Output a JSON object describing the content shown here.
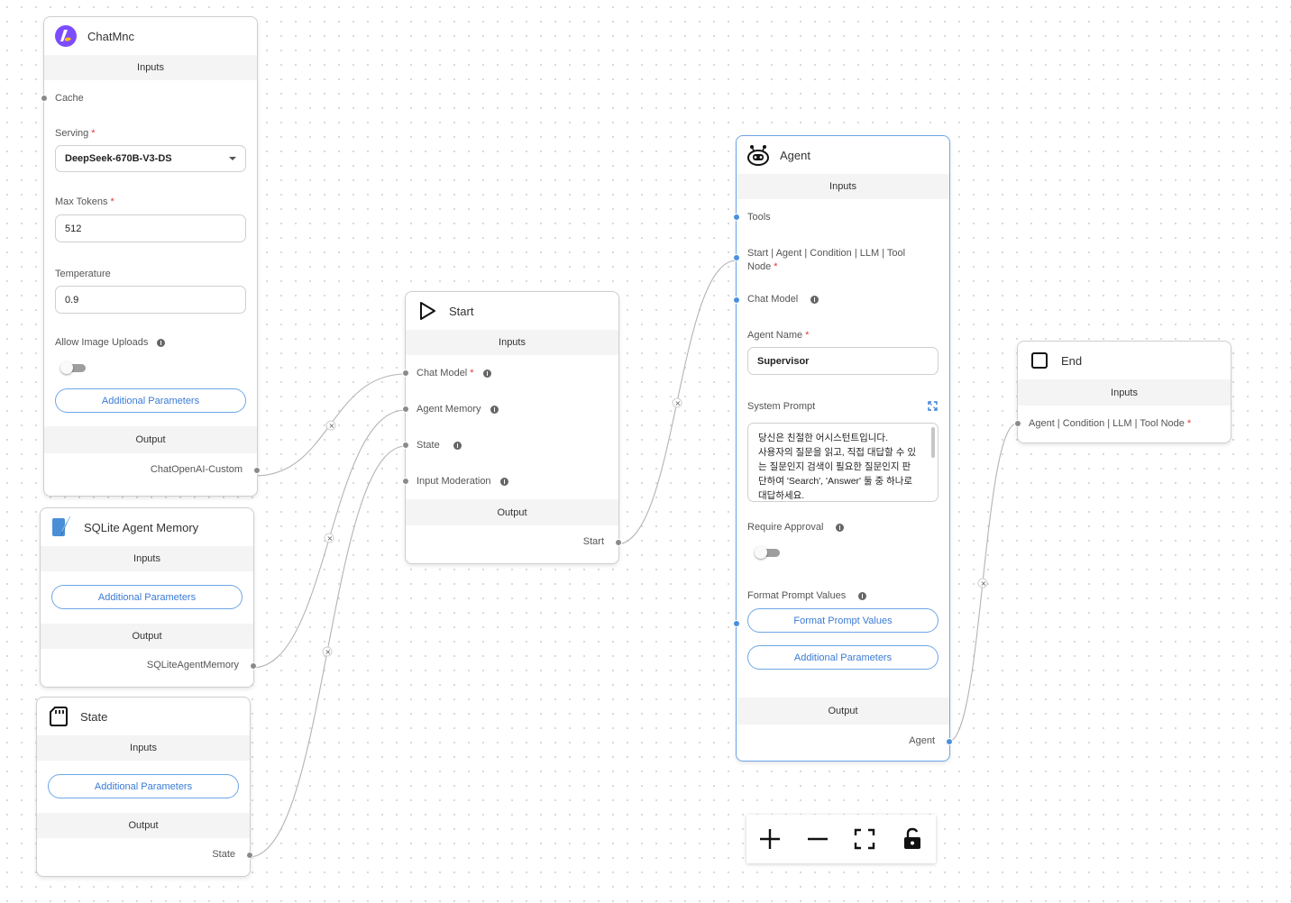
{
  "nodes": {
    "chatmnc": {
      "title": "ChatMnc",
      "inputs_label": "Inputs",
      "cache_label": "Cache",
      "serving_label": "Serving",
      "serving_value": "DeepSeek-670B-V3-DS",
      "max_tokens_label": "Max Tokens",
      "max_tokens_value": "512",
      "temperature_label": "Temperature",
      "temperature_value": "0.9",
      "allow_image_uploads_label": "Allow Image Uploads",
      "additional_params_label": "Additional Parameters",
      "output_label": "Output",
      "output_handle_label": "ChatOpenAI-Custom"
    },
    "sqlite_memory": {
      "title": "SQLite Agent Memory",
      "inputs_label": "Inputs",
      "additional_params_label": "Additional Parameters",
      "output_label": "Output",
      "output_handle_label": "SQLiteAgentMemory"
    },
    "state": {
      "title": "State",
      "inputs_label": "Inputs",
      "additional_params_label": "Additional Parameters",
      "output_label": "Output",
      "output_handle_label": "State"
    },
    "start": {
      "title": "Start",
      "inputs_label": "Inputs",
      "chat_model_label": "Chat Model",
      "agent_memory_label": "Agent Memory",
      "state_label": "State",
      "input_moderation_label": "Input Moderation",
      "output_label": "Output",
      "output_handle_label": "Start"
    },
    "agent": {
      "title": "Agent",
      "inputs_label": "Inputs",
      "tools_label": "Tools",
      "source_label_line1": "Start | Agent | Condition | LLM | Tool",
      "source_label_line2": "Node",
      "chat_model_label": "Chat Model",
      "agent_name_label": "Agent Name",
      "agent_name_value": "Supervisor",
      "system_prompt_label": "System Prompt",
      "system_prompt_lines": [
        "당신은 친절한 어시스턴트입니다.",
        "사용자의 질문을 읽고, 직접 대답할 수 있",
        "는 질문인지 검색이 필요한 질문인지 판",
        "단하여 'Search', 'Answer' 둘 중 하나로",
        "대답하세요."
      ],
      "require_approval_label": "Require Approval",
      "format_prompt_values_label": "Format Prompt Values",
      "format_prompt_values_button": "Format Prompt Values",
      "additional_params_label": "Additional Parameters",
      "output_label": "Output",
      "output_handle_label": "Agent"
    },
    "end": {
      "title": "End",
      "inputs_label": "Inputs",
      "input_label": "Agent | Condition | LLM | Tool Node"
    }
  },
  "controls": {
    "zoom_in": "plus-icon",
    "zoom_out": "minus-icon",
    "fit_view": "fit-view-icon",
    "lock": "unlock-icon"
  },
  "colors": {
    "accent": "#3a7bd5",
    "required": "#e53935",
    "selected_border": "#6ea6e8"
  }
}
